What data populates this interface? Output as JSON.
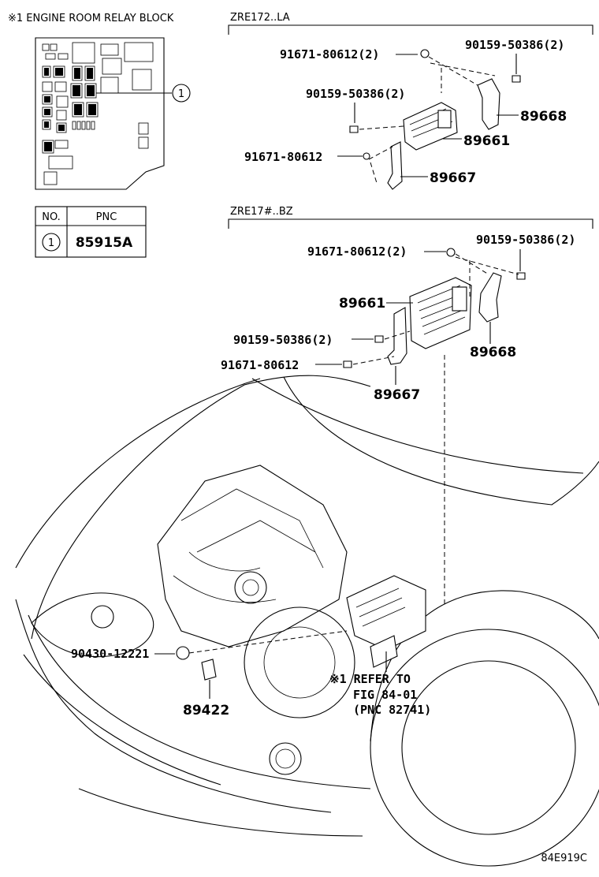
{
  "relay_block": {
    "title": "※1 ENGINE ROOM RELAY BLOCK",
    "callout": "1"
  },
  "pnc_table": {
    "headers": [
      "NO.",
      "PNC"
    ],
    "rows": [
      {
        "no": "1",
        "pnc": "85915A"
      }
    ]
  },
  "variant_a": {
    "label": "ZRE172..LA",
    "parts": {
      "nut_top": "91671-80612(2)",
      "bolt_top_right": "90159-50386(2)",
      "bolt_left": "90159-50386(2)",
      "bracket_right": "89668",
      "ecu": "89661",
      "nut_bottom": "91671-80612",
      "bracket_bottom": "89667"
    }
  },
  "variant_b": {
    "label": "ZRE17#..BZ",
    "parts": {
      "nut_top": "91671-80612(2)",
      "bolt_top_right": "90159-50386(2)",
      "ecu": "89661",
      "bolt_left": "90159-50386(2)",
      "bracket_right": "89668",
      "nut_bottom": "91671-80612",
      "bracket_bottom": "89667"
    }
  },
  "engine": {
    "washer": "90430-12221",
    "sensor": "89422",
    "refer_line1": "※1 REFER TO",
    "refer_line2": "FIG 84-01",
    "refer_line3": "(PNC 82741)"
  },
  "figure_id": "84E919C"
}
